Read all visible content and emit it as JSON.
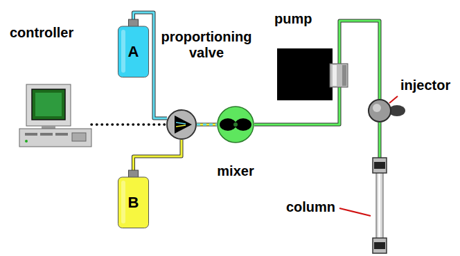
{
  "diagram": {
    "nodes": [
      {
        "text": [
          "controller"
        ]
      },
      {
        "text": [
          "A"
        ]
      },
      {
        "text": [
          "proportioning valve"
        ]
      },
      {
        "text": [
          "B"
        ]
      },
      {
        "text": [
          "mixer"
        ]
      },
      {
        "text": [
          "pump"
        ]
      },
      {
        "text": [
          "injector"
        ]
      },
      {
        "text": [
          "column"
        ]
      }
    ],
    "edges": [
      {
        "from": 0,
        "to": 2,
        "arrow": "none"
      },
      {
        "from": 1,
        "to": 2,
        "arrow": "none"
      },
      {
        "from": 3,
        "to": 2,
        "arrow": "none"
      },
      {
        "from": 2,
        "to": 4,
        "arrow": "none"
      },
      {
        "from": 4,
        "to": 5,
        "arrow": "none"
      },
      {
        "from": 5,
        "to": 6,
        "arrow": "none"
      },
      {
        "from": 6,
        "to": 7,
        "arrow": "none"
      }
    ]
  }
}
